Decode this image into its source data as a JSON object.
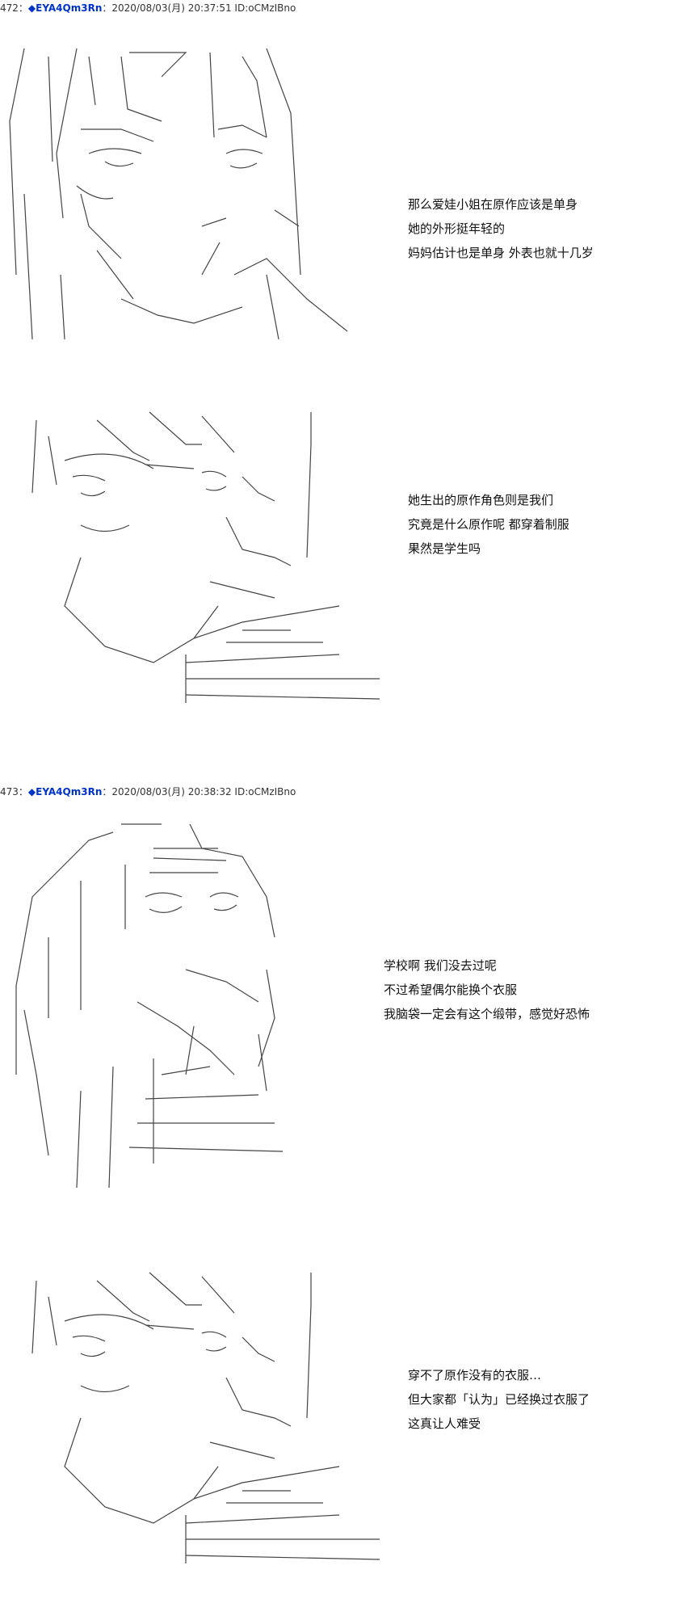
{
  "posts": [
    {
      "header": {
        "number": "472",
        "separator": "：",
        "marker": "◆",
        "name": "EYA4Qm3Rn",
        "meta": "：2020/08/03(月) 20:37:51 ID:oCMzIBno"
      },
      "panels": [
        {
          "lines": [
            "那么爱娃小姐在原作应该是单身",
            "她的外形挺年轻的",
            "妈妈估计也是单身  外表也就十几岁"
          ]
        },
        {
          "lines": [
            "她生出的原作角色则是我们",
            "究竟是什么原作呢  都穿着制服",
            "果然是学生吗"
          ]
        }
      ]
    },
    {
      "header": {
        "number": "473",
        "separator": "：",
        "marker": "◆",
        "name": "EYA4Qm3Rn",
        "meta": "：2020/08/03(月) 20:38:32 ID:oCMzIBno"
      },
      "panels": [
        {
          "lines": [
            "学校啊  我们没去过呢",
            "不过希望偶尔能换个衣服",
            "我脑袋一定会有这个缎带，感觉好恐怖"
          ]
        },
        {
          "lines": [
            "穿不了原作没有的衣服…",
            "但大家都「认为」已经换过衣服了",
            "这真让人难受"
          ]
        }
      ]
    }
  ]
}
